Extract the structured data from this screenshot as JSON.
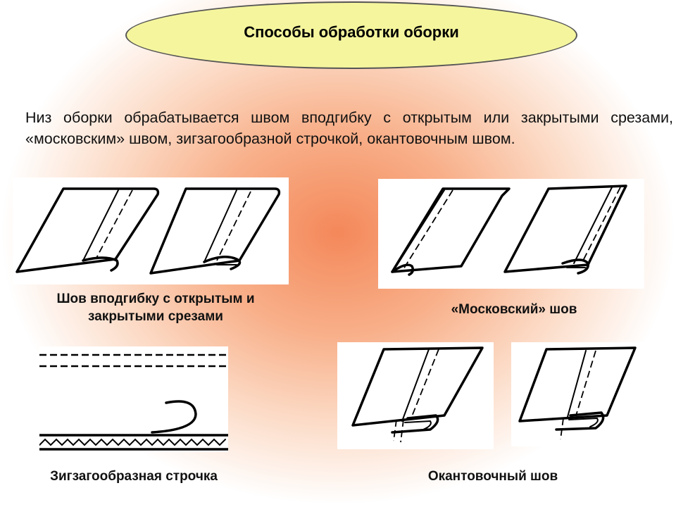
{
  "title": "Способы обработки  оборки",
  "intro": "Низ оборки обрабатывается швом вподгибку с открытым или закрытыми срезами, «московским» швом, зигзагообразной строчкой, окантовочным швом.",
  "captions": {
    "podgibka": "Шов вподгибку с открытым и закрытыми срезами",
    "moscow": "«Московский» шов",
    "zigzag": "Зигзагообразная строчка",
    "okantovka": "Окантовочный шов"
  }
}
